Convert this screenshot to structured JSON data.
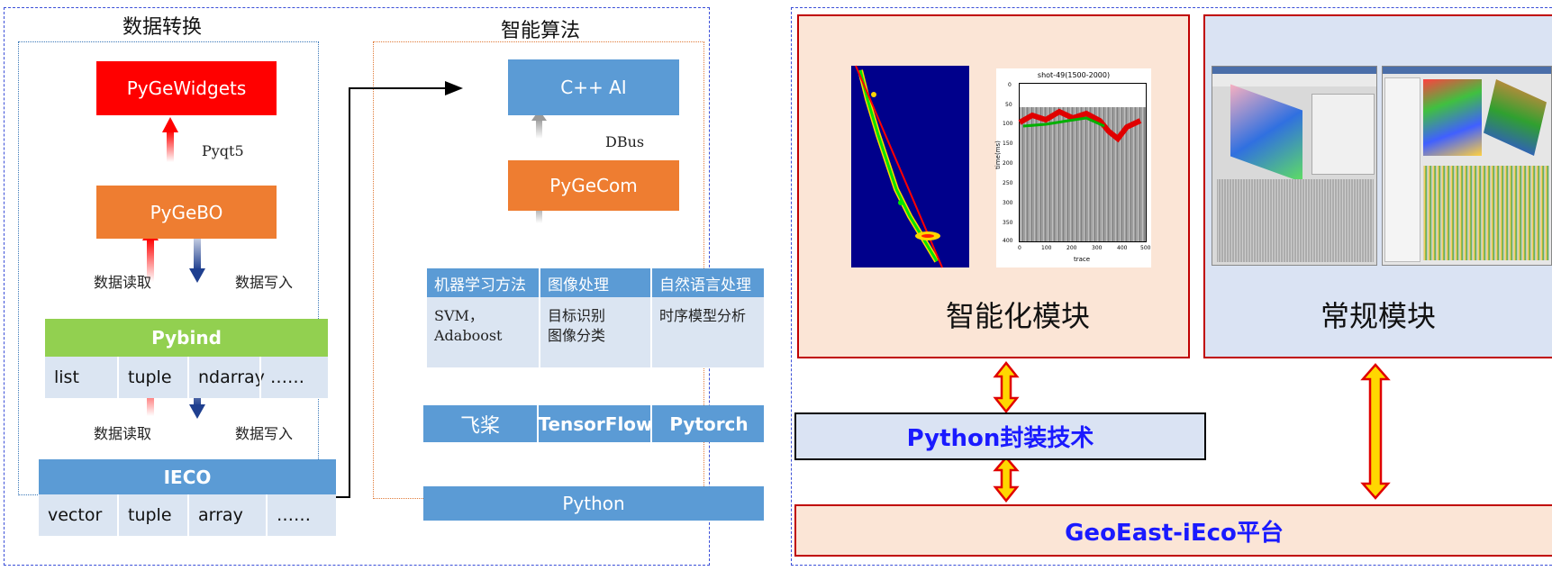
{
  "left": {
    "data_title": "数据转换",
    "ai_title": "智能算法",
    "pygewidgets": "PyGeWidgets",
    "pyqt5": "Pyqt5",
    "pygebo": "PyGeBO",
    "read_label": "数据读取",
    "write_label": "数据写入",
    "pybind": {
      "title": "Pybind",
      "cells": [
        "list",
        "tuple",
        "ndarray",
        "……"
      ]
    },
    "ieco": {
      "title": "IECO",
      "cells": [
        "vector",
        "tuple",
        "array",
        "……"
      ]
    },
    "cpp_ai": "C++ AI",
    "dbus": "DBus",
    "pygecom": "PyGeCom",
    "methods": {
      "headers": [
        "机器学习方法",
        "图像处理",
        "自然语言处理"
      ],
      "col1": [
        "SVM，Adaboost"
      ],
      "col2": [
        "目标识别",
        "图像分类"
      ],
      "col3": [
        "时序模型分析"
      ]
    },
    "frameworks": [
      "飞桨",
      "TensorFlow",
      "Pytorch"
    ],
    "python": "Python"
  },
  "right": {
    "smart_module": "智能化模块",
    "normal_module": "常规模块",
    "python_wrap": "Python封装技术",
    "platform": "GeoEast-iEco平台",
    "seismic_plot": {
      "title": "shot-49(1500-2000)",
      "xlabel": "trace",
      "ylabel": "time(ms)",
      "xticks": [
        "0",
        "100",
        "200",
        "300",
        "400",
        "500"
      ],
      "yticks": [
        "0",
        "50",
        "100",
        "150",
        "200",
        "250",
        "300",
        "350",
        "400"
      ]
    }
  },
  "colors": {
    "red": "#ff0000",
    "orange": "#ee7d31",
    "green": "#92d050",
    "blue": "#5b9bd5",
    "light_blue": "#dbe5f2",
    "panel_peach": "#fbe5d6",
    "panel_blue": "#dae3f3",
    "text_blue": "#1a1aff"
  }
}
